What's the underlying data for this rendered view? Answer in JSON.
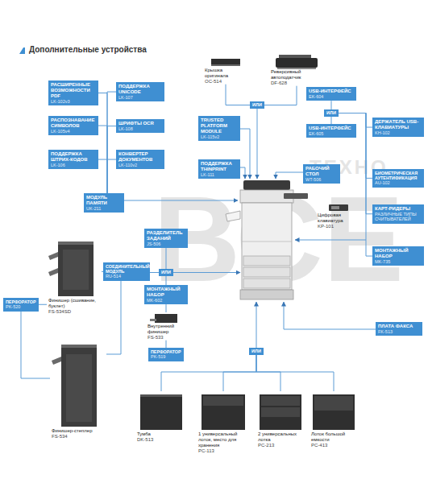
{
  "diagram": {
    "title": "Дополнительные устройства",
    "nodes": [
      {
        "text": [
          "Крышка оригинала",
          "OC-514"
        ]
      },
      {
        "text": [
          "Реверсивный автоподатчик",
          "DF-628"
        ]
      },
      {
        "text": [
          "РАСШИРЕННЫЕ ВОЗМОЖНОСТИ PDF",
          "LK-102v3"
        ]
      },
      {
        "text": [
          "ПОДДЕРЖКА UNICODE",
          "LK-107"
        ]
      },
      {
        "text": [
          "USB-ИНТЕРФЕЙС",
          "EK-604"
        ]
      },
      {
        "text": [
          "ИЛИ"
        ]
      },
      {
        "text": [
          "ИЛИ"
        ]
      },
      {
        "text": [
          "РАСПОЗНАВАНИЕ СИМВОЛОВ",
          "LK-105v4"
        ]
      },
      {
        "text": [
          "ШРИФТЫ OCR",
          "LK-108"
        ]
      },
      {
        "text": [
          "TRUSTED PLATFORM MODULE",
          "LK-115v2"
        ]
      },
      {
        "text": [
          "ДЕРЖАТЕЛЬ USB-КЛАВИАТУРЫ",
          "KH-102"
        ]
      },
      {
        "text": [
          "USB-ИНТЕРФЕЙС",
          "EK-605"
        ]
      },
      {
        "text": [
          "ПОДДЕРЖКА ШТРИХ-КОДОВ",
          "LK-106"
        ]
      },
      {
        "text": [
          "КОНВЕРТЕР ДОКУМЕНТОВ",
          "LK-110v2"
        ]
      },
      {
        "text": [
          "ПОДДЕРЖКА THINPRINT",
          "LK-111"
        ]
      },
      {
        "text": [
          "РАБОЧИЙ СТОЛ",
          "WT-506"
        ]
      },
      {
        "text": [
          "БИОМЕТРИЧЕСКАЯ АУТЕНТИФИКАЦИЯ",
          "AU-102"
        ]
      },
      {
        "text": [
          "МОДУЛЬ ПАМЯТИ",
          "UK-211"
        ]
      },
      {
        "text": [
          "КАРТ-РИДЕРЫ",
          "РАЗЛИЧНЫЕ ТИПЫ СЧИТЫВАТЕЛЕЙ"
        ]
      },
      {
        "text": [
          "Цифровая клавиатура",
          "KP-101"
        ]
      },
      {
        "text": [
          "РАЗДЕЛИТЕЛЬ ЗАДАНИЙ",
          "JS-506"
        ]
      },
      {
        "text": [
          "МОНТАЖНЫЙ НАБОР",
          "MK-735"
        ]
      },
      {
        "text": [
          "Финишер (сшивание, буклет)",
          "FS-534SD"
        ]
      },
      {
        "text": [
          "СОЕДИНИТЕЛЬНЫЙ МОДУЛЬ",
          "RU-514"
        ]
      },
      {
        "text": [
          "ИЛИ"
        ]
      },
      {
        "text": [
          "МОНТАЖНЫЙ НАБОР",
          "MK-602"
        ]
      },
      {
        "text": [
          "ПЕРФОРАТОР",
          "PK-520"
        ]
      },
      {
        "text": [
          "ПЛАТА ФАКСА",
          "FK-513"
        ]
      },
      {
        "text": [
          "Внутренний финишер",
          "FS-533"
        ]
      },
      {
        "text": [
          "ПЕРФОРАТОР",
          "PK-519"
        ]
      },
      {
        "text": [
          "ИЛИ"
        ]
      },
      {
        "text": [
          "Финишер-степлер",
          "FS-534"
        ]
      },
      {
        "text": [
          "Тумба",
          "DK-513"
        ]
      },
      {
        "text": [
          "1 универсальный лоток, место для хранения",
          "PC-113"
        ]
      },
      {
        "text": [
          "2 универсальных лотка",
          "PC-213"
        ]
      },
      {
        "text": [
          "Лоток большой емкости",
          "PC-413"
        ]
      }
    ],
    "edges": [
      {
        "from": 0,
        "to": 5,
        "arrow": "none"
      },
      {
        "from": 1,
        "to": 5,
        "arrow": "none"
      },
      {
        "from": 2,
        "to": 17,
        "arrow": "none"
      },
      {
        "from": 3,
        "to": 17,
        "arrow": "none"
      },
      {
        "from": 7,
        "to": 17,
        "arrow": "none"
      },
      {
        "from": 8,
        "to": 17,
        "arrow": "none"
      },
      {
        "from": 12,
        "to": 17,
        "arrow": "none"
      },
      {
        "from": 13,
        "to": 17,
        "arrow": "none"
      },
      {
        "from": 4,
        "to": 6,
        "arrow": "none"
      },
      {
        "from": 11,
        "to": 6,
        "arrow": "none"
      },
      {
        "from": 20,
        "to": 24,
        "arrow": "none"
      },
      {
        "from": 25,
        "to": 24,
        "arrow": "none"
      },
      {
        "from": 23,
        "to": 24,
        "arrow": "none"
      },
      {
        "from": 25,
        "to": 28,
        "arrow": "none"
      },
      {
        "from": 29,
        "to": 28,
        "arrow": "none"
      },
      {
        "from": 22,
        "to": 23,
        "arrow": "none"
      },
      {
        "from": 31,
        "to": 23,
        "arrow": "none"
      },
      {
        "from": 26,
        "to": 22,
        "arrow": "none"
      },
      {
        "from": 26,
        "to": 31,
        "arrow": "none"
      },
      {
        "from": 32,
        "to": 30,
        "arrow": "none"
      },
      {
        "from": 33,
        "to": 30,
        "arrow": "none"
      },
      {
        "from": 34,
        "to": 30,
        "arrow": "none"
      },
      {
        "from": 35,
        "to": 30,
        "arrow": "none"
      },
      {
        "from": 10,
        "to": 6,
        "arrow": "none"
      },
      {
        "from": 16,
        "to": 6,
        "arrow": "none"
      },
      {
        "from": 18,
        "to": 6,
        "arrow": "none"
      },
      {
        "from": 21,
        "to": 6,
        "arrow": "none"
      }
    ],
    "labels": [
      "ТЕХНО",
      "ВСЕ"
    ]
  }
}
